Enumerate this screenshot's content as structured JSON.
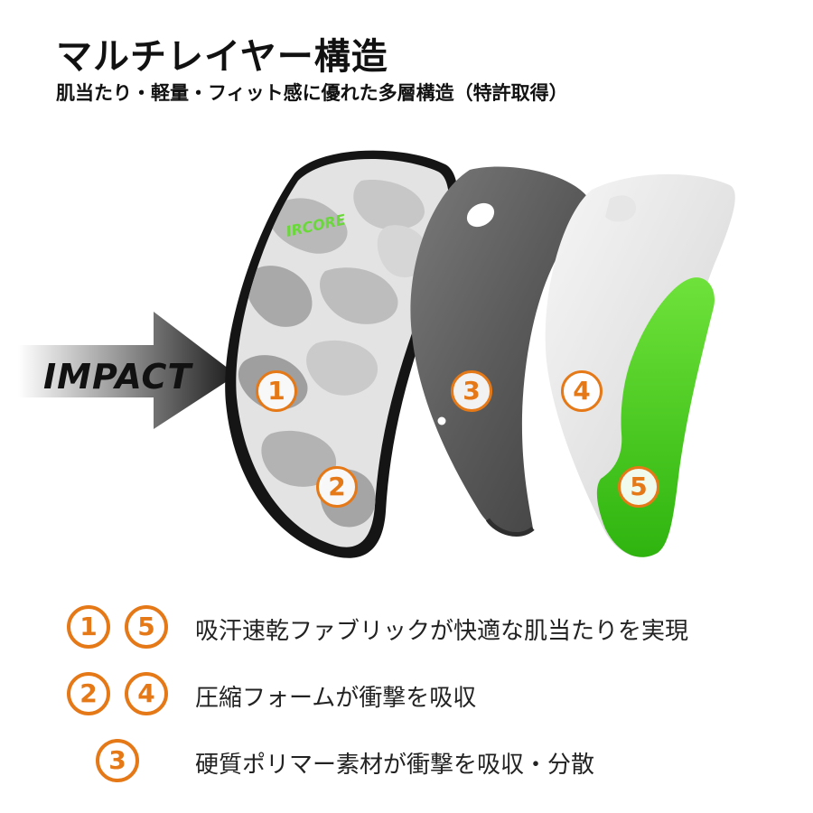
{
  "header": {
    "title": "マルチレイヤー構造",
    "subtitle": "肌当たり・軽量・フィット感に優れた多層構造（特許取得）"
  },
  "illustration": {
    "impact_label": "IMPACT",
    "brand_mark": "IRCORE",
    "markers": [
      "1",
      "2",
      "3",
      "4",
      "5"
    ],
    "colors": {
      "accent_orange": "#e57817",
      "foam_green": "#4fcf1f",
      "polymer_gray": "#5e5e5e",
      "camo_light": "#dcdcdc"
    }
  },
  "legend": [
    {
      "badges": [
        "1",
        "5"
      ],
      "text": "吸汗速乾ファブリックが快適な肌当たりを実現"
    },
    {
      "badges": [
        "2",
        "4"
      ],
      "text": "圧縮フォームが衝撃を吸収"
    },
    {
      "badges": [
        "3"
      ],
      "text": "硬質ポリマー素材が衝撃を吸収・分散"
    }
  ]
}
